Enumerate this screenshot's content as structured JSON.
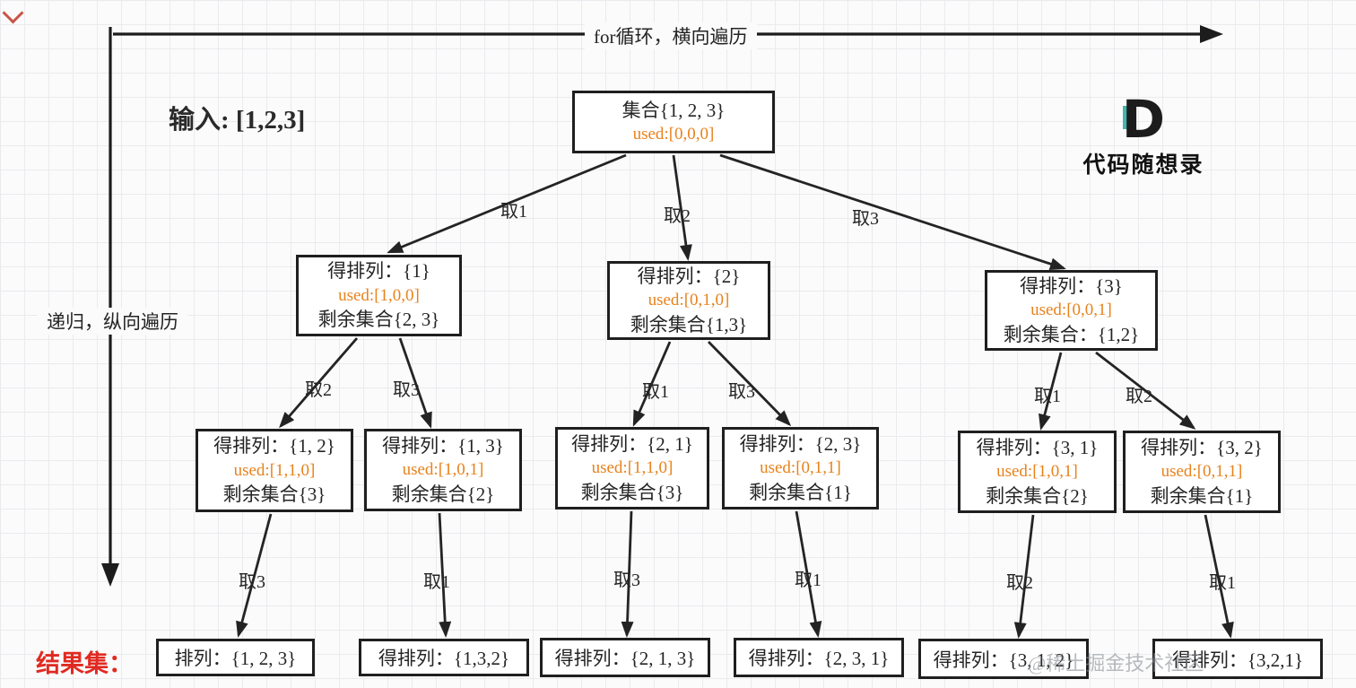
{
  "header": {
    "top_arrow_label": "for循环，横向遍历",
    "left_arrow_label": "递归，纵向遍历",
    "input_label": "输入: [1,2,3]"
  },
  "logo": {
    "letter": "D",
    "name": "代码随想录"
  },
  "root": {
    "title": "集合{1, 2, 3}",
    "used": "used:[0,0,0]"
  },
  "level2": [
    {
      "permutation": "得排列：{1}",
      "used": "used:[1,0,0]",
      "remaining": "剩余集合{2, 3}"
    },
    {
      "permutation": "得排列：{2}",
      "used": "used:[0,1,0]",
      "remaining": "剩余集合{1,3}"
    },
    {
      "permutation": "得排列：{3}",
      "used": "used:[0,0,1]",
      "remaining": "剩余集合：{1,2}"
    }
  ],
  "level3": [
    {
      "permutation": "得排列：{1, 2}",
      "used": "used:[1,1,0]",
      "remaining": "剩余集合{3}"
    },
    {
      "permutation": "得排列：{1, 3}",
      "used": "used:[1,0,1]",
      "remaining": "剩余集合{2}"
    },
    {
      "permutation": "得排列：{2, 1}",
      "used": "used:[1,1,0]",
      "remaining": "剩余集合{3}"
    },
    {
      "permutation": "得排列：{2, 3}",
      "used": "used:[0,1,1]",
      "remaining": "剩余集合{1}"
    },
    {
      "permutation": "得排列：{3, 1}",
      "used": "used:[1,0,1]",
      "remaining": "剩余集合{2}"
    },
    {
      "permutation": "得排列：{3, 2}",
      "used": "used:[0,1,1]",
      "remaining": "剩余集合{1}"
    }
  ],
  "edges": {
    "root": [
      "取1",
      "取2",
      "取3"
    ],
    "level2": [
      "取2",
      "取3",
      "取1",
      "取3",
      "取1",
      "取2"
    ],
    "level3": [
      "取3",
      "取1",
      "取3",
      "取1",
      "取2",
      "取1"
    ]
  },
  "results": {
    "label": "结果集：",
    "items": [
      "排列：{1, 2, 3}",
      "得排列：{1,3,2}",
      "得排列：{2, 1, 3}",
      "得排列：{2, 3, 1}",
      "得排列：{3, 1, 2}",
      "得排列：{3,2,1}"
    ]
  },
  "watermark": "@稀土掘金技术社区",
  "colors": {
    "used_text": "#e8821b",
    "result_label": "#e02a21",
    "logo_teal": "#45b5b0",
    "line": "#242424"
  }
}
